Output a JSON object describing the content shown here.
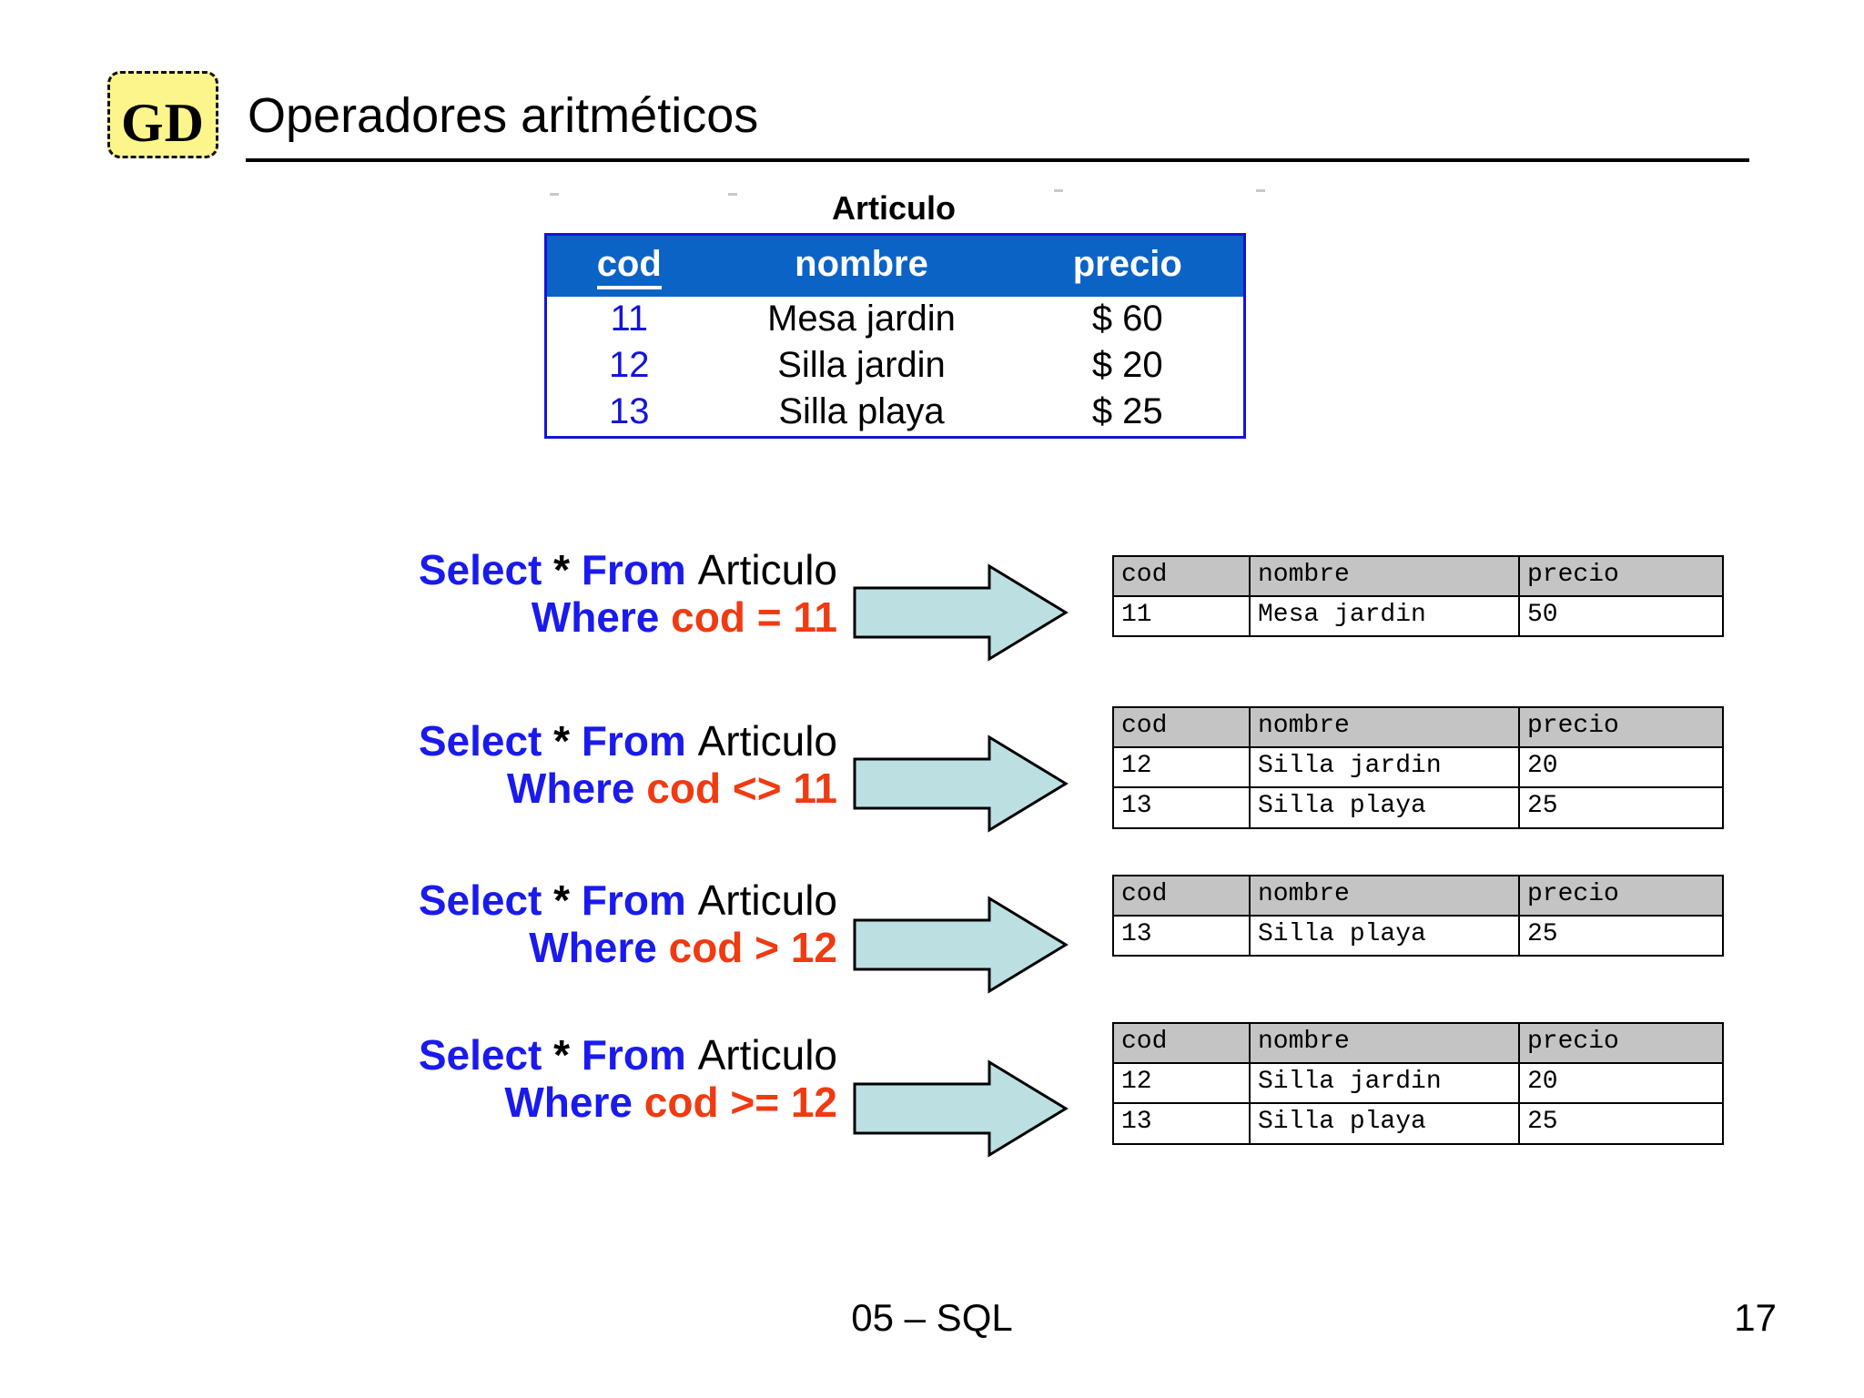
{
  "header": {
    "logo_text": "GD",
    "title": "Operadores aritméticos"
  },
  "source_table": {
    "caption": "Articulo",
    "columns": [
      "cod",
      "nombre",
      "precio"
    ],
    "rows": [
      [
        "11",
        "Mesa jardin",
        "$ 60"
      ],
      [
        "12",
        "Silla jardin",
        "$ 20"
      ],
      [
        "13",
        "Silla playa",
        "$ 25"
      ]
    ],
    "header_bg": "#0b63c5",
    "header_fg": "#ffffff",
    "key_color": "#1414d8",
    "border_color": "#1414d8"
  },
  "queries": [
    {
      "line1_kw1": "Select",
      "line1_star": "*",
      "line1_kw2": "From",
      "line1_table": "Articulo",
      "line2_kw": "Where",
      "line2_cond": "cod = 11",
      "result": {
        "columns": [
          "cod",
          "nombre",
          "precio"
        ],
        "rows": [
          [
            "11",
            "Mesa jardin",
            "50"
          ]
        ]
      }
    },
    {
      "line1_kw1": "Select",
      "line1_star": "*",
      "line1_kw2": "From",
      "line1_table": "Articulo",
      "line2_kw": "Where",
      "line2_cond": "cod <> 11",
      "result": {
        "columns": [
          "cod",
          "nombre",
          "precio"
        ],
        "rows": [
          [
            "12",
            "Silla jardin",
            "20"
          ],
          [
            "13",
            "Silla playa",
            "25"
          ]
        ]
      }
    },
    {
      "line1_kw1": "Select",
      "line1_star": "*",
      "line1_kw2": "From",
      "line1_table": "Articulo",
      "line2_kw": "Where",
      "line2_cond": "cod > 12",
      "result": {
        "columns": [
          "cod",
          "nombre",
          "precio"
        ],
        "rows": [
          [
            "13",
            "Silla playa",
            "25"
          ]
        ]
      }
    },
    {
      "line1_kw1": "Select",
      "line1_star": "*",
      "line1_kw2": "From",
      "line1_table": "Articulo",
      "line2_kw": "Where",
      "line2_cond": "cod >= 12",
      "result": {
        "columns": [
          "cod",
          "nombre",
          "precio"
        ],
        "rows": [
          [
            "12",
            "Silla jardin",
            "20"
          ],
          [
            "13",
            "Silla playa",
            "25"
          ]
        ]
      }
    }
  ],
  "arrow": {
    "fill": "#bcdfe2",
    "stroke": "#000000",
    "icon": "right-arrow-icon"
  },
  "footer": {
    "center": "05 – SQL",
    "page": "17"
  },
  "colors": {
    "keyword": "#1a1aee",
    "condition": "#f03a12",
    "table_header_blue": "#0b63c5",
    "result_header_gray": "#c4c4c4",
    "logo_yellow": "#fbf58c"
  }
}
